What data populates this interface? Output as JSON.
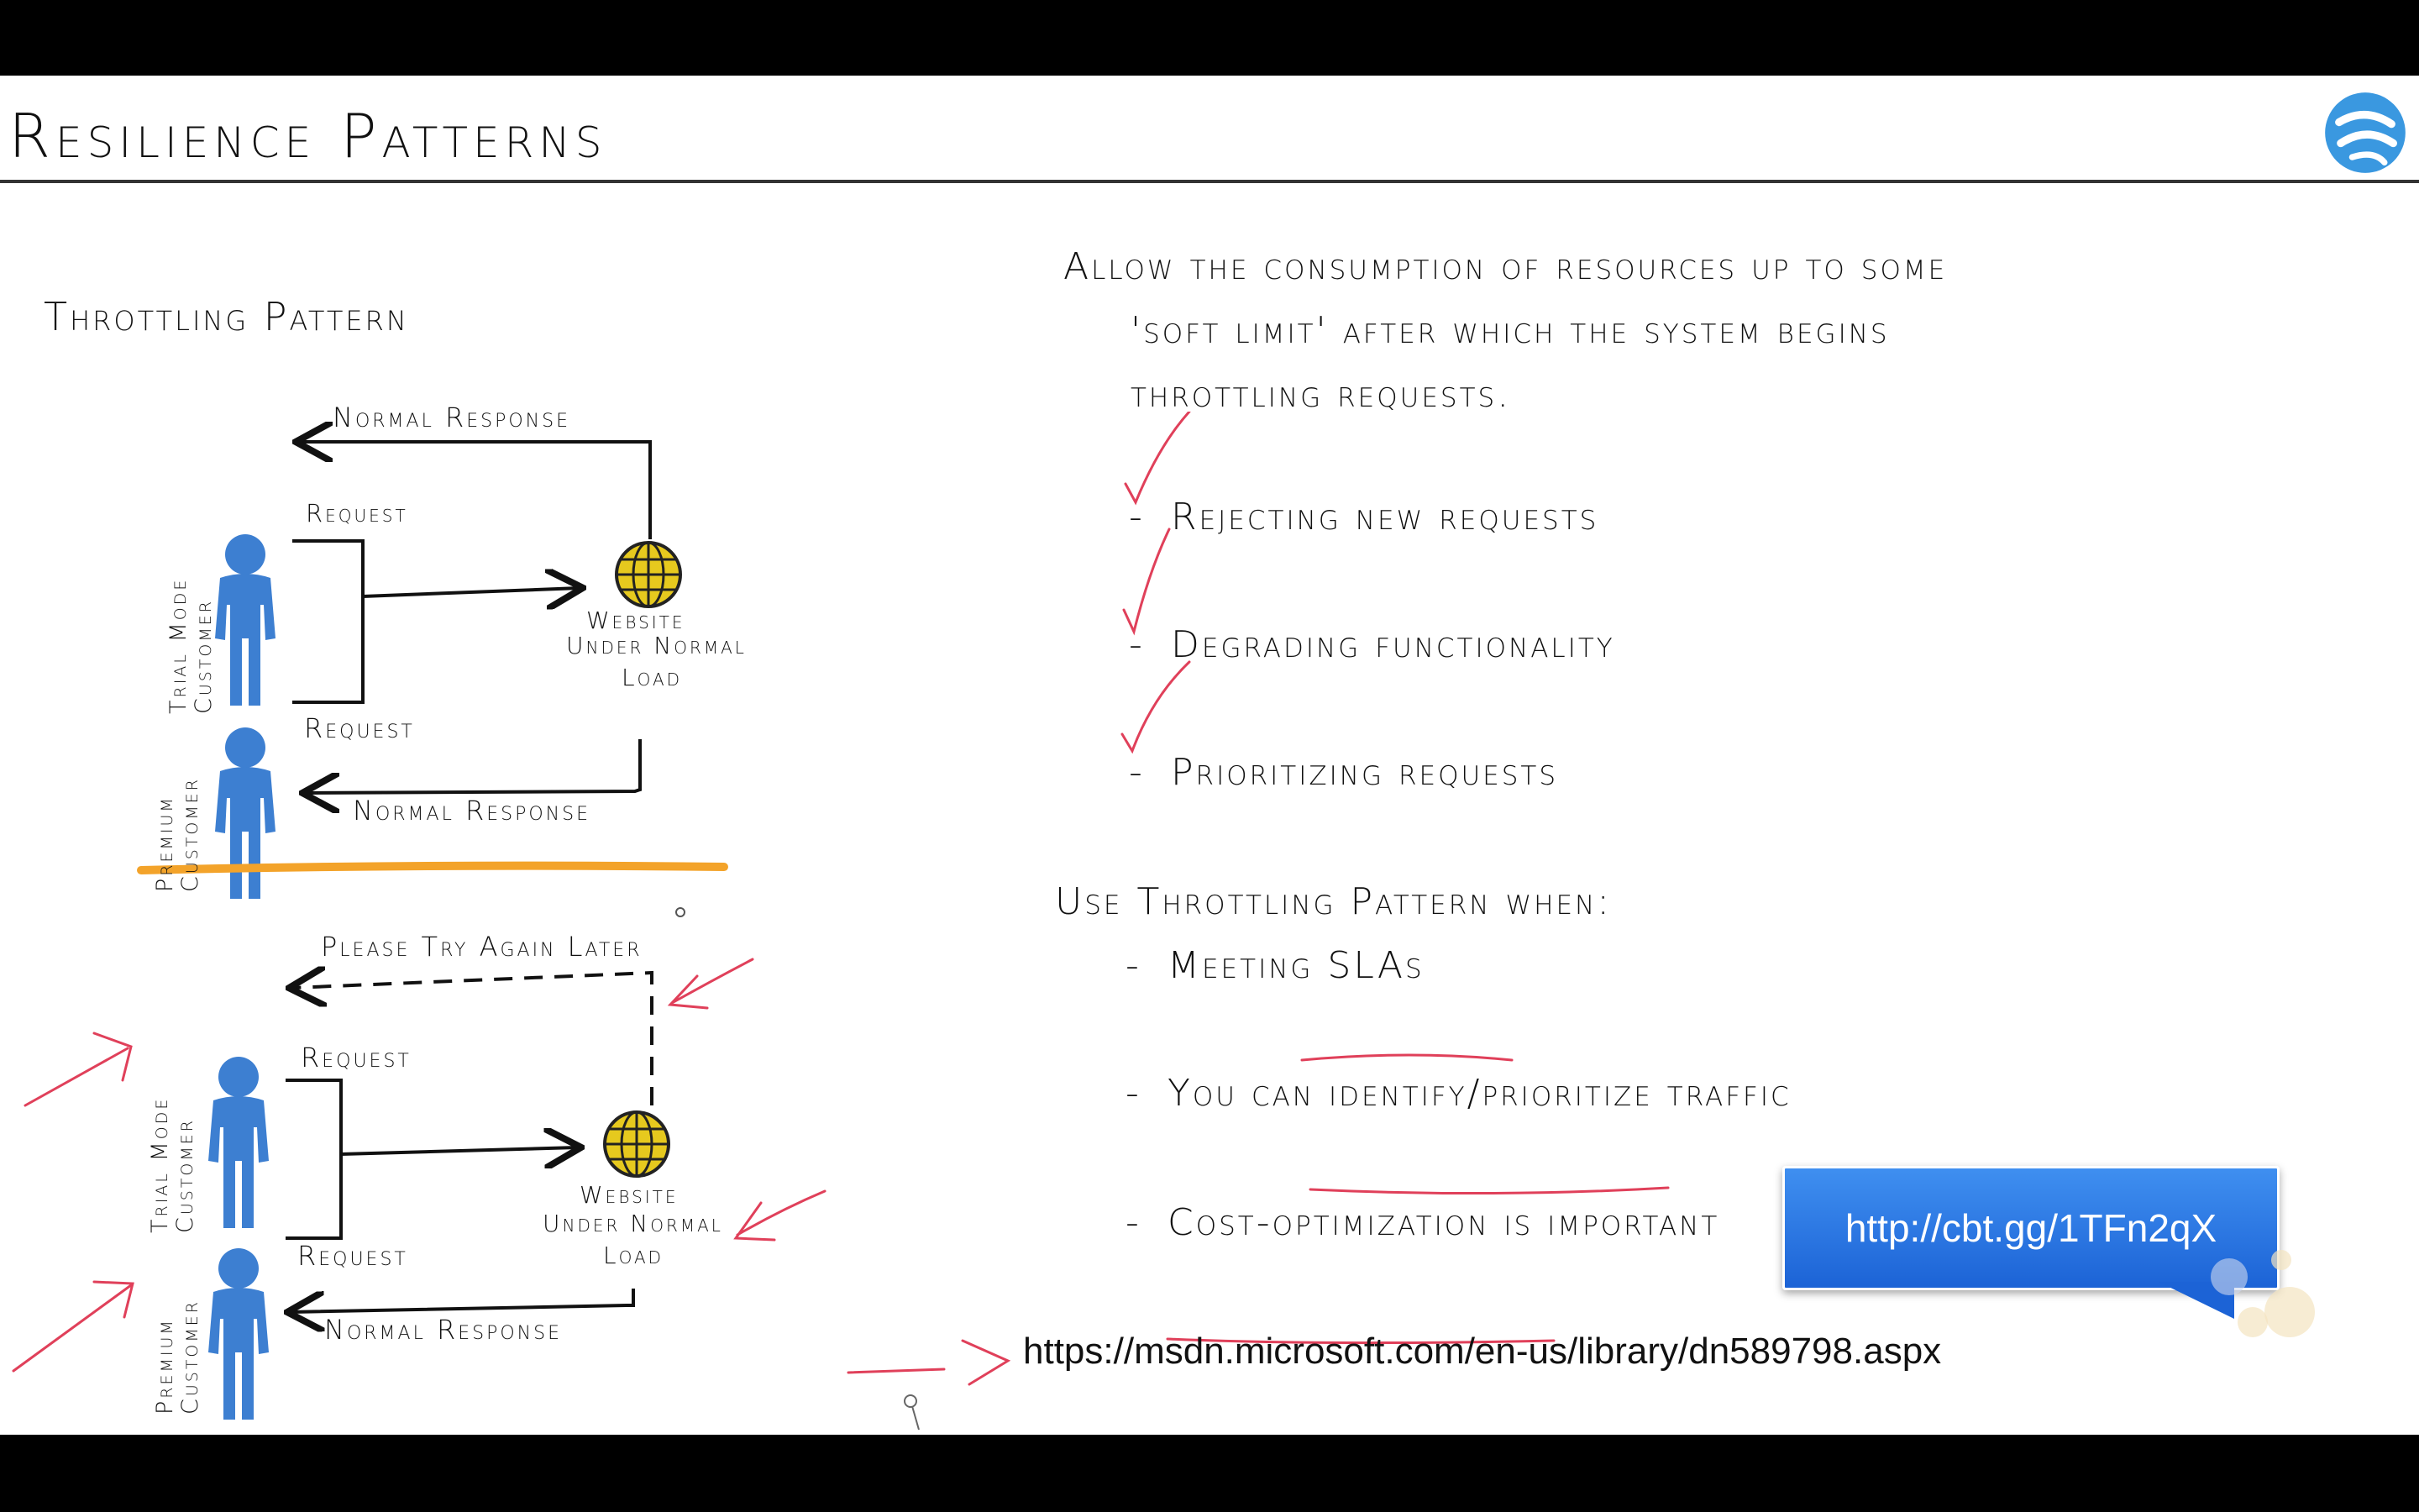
{
  "slide": {
    "title": "Resilience Patterns",
    "section_title": "Throttling Pattern"
  },
  "diagram_top": {
    "response_top": "Normal Response",
    "request_1": "Request",
    "request_2": "Request",
    "customer_1": "Trial Mode Customer",
    "customer_2": "Premium Customer",
    "website": [
      "Website",
      "Under Normal",
      "Load"
    ],
    "response_bottom": "Normal Response"
  },
  "diagram_bottom": {
    "response_top": "Please Try Again Later",
    "request_1": "Request",
    "request_2": "Request",
    "customer_1": "Trial Mode Customer",
    "customer_2": "Premium Customer",
    "website": [
      "Website",
      "Under Normal",
      "Load"
    ],
    "response_bottom": "Normal Response"
  },
  "description": {
    "line1": "Allow the consumption of resources up to some",
    "line2": "'soft limit' after which the system begins",
    "line3": "throttling requests."
  },
  "strategies": [
    {
      "label": "Rejecting new requests"
    },
    {
      "label": "Degrading functionality"
    },
    {
      "label": "Prioritizing requests"
    }
  ],
  "use_when": {
    "heading": "Use Throttling Pattern when:",
    "items": [
      {
        "label": "Meeting SLAs"
      },
      {
        "label": "You can identify/prioritize traffic"
      },
      {
        "label": "Cost-optimization is important"
      }
    ]
  },
  "callout_url": "http://cbt.gg/1TFn2qX",
  "reference_url": "https://msdn.microsoft.com/en-us/library/dn589798.aspx",
  "colors": {
    "person": "#3d7fd1",
    "globe": "#e6c91e",
    "divider": "#f3a32a",
    "annotation": "#e0405a",
    "callout": "#2a75e2"
  }
}
